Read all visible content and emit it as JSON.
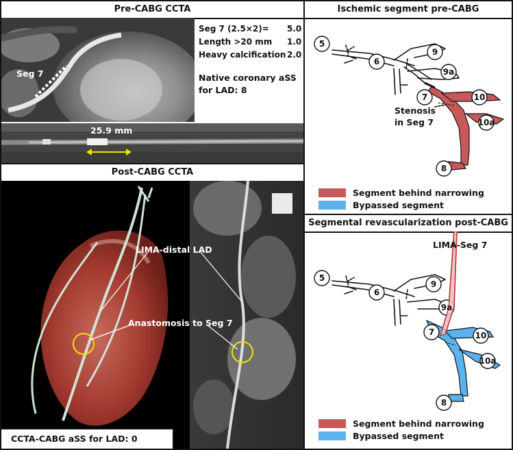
{
  "pre_ccta": {
    "title": "Pre-CABG CCTA",
    "seg_label": "Seg 7",
    "rows": [
      {
        "label": "Seg 7 (2.5×2)=",
        "value": "5.0"
      },
      {
        "label": "Length >20 mm",
        "value": "1.0"
      },
      {
        "label": "Heavy calcification",
        "value": "2.0"
      }
    ],
    "total_line1": "Native coronary aSS",
    "total_line2": "for LAD: 8",
    "length_label": "25.9 mm"
  },
  "post_ccta": {
    "title": "Post-CABG CCTA",
    "lima_label": "LIMA-distal LAD",
    "anastomosis_label": "Anastomosis to Seg 7",
    "score_label": "CCTA-CABG aSS for LAD: 0"
  },
  "ischemic": {
    "title": "Ischemic segment pre-CABG",
    "stenosis_line1": "Stenosis",
    "stenosis_line2": "in Seg 7",
    "nodes": {
      "n5": "5",
      "n6": "6",
      "n9": "9",
      "n9a": "9a",
      "n7": "7",
      "n10": "10",
      "n10a": "10a",
      "n8": "8"
    }
  },
  "revasc": {
    "title": "Segmental revascularization post-CABG",
    "lima_label": "LIMA-Seg 7",
    "nodes": {
      "n5": "5",
      "n6": "6",
      "n9": "9",
      "n9a": "9a",
      "n7": "7",
      "n10": "10",
      "n10a": "10a",
      "n8": "8"
    }
  },
  "legend": {
    "behind": "Segment behind narrowing",
    "bypassed": "Bypassed segment"
  },
  "colors": {
    "behind": "#c9585a",
    "bypassed": "#5cb3ec",
    "lima": "#f7c4c4",
    "highlight": "#f2e000"
  }
}
